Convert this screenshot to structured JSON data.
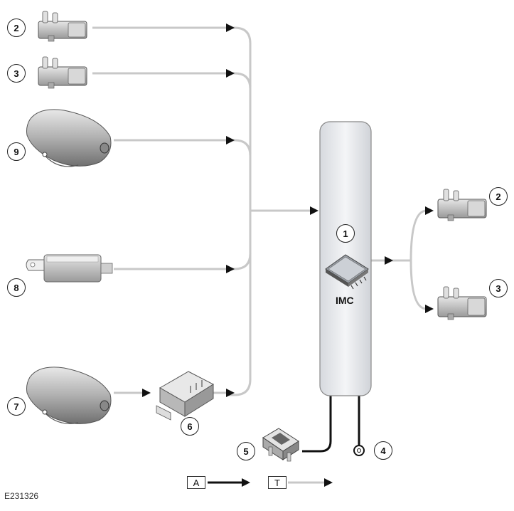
{
  "diagram": {
    "image_id": "E231326",
    "module_label": "IMC",
    "callouts": {
      "c2_left": "2",
      "c3_left": "3",
      "c9": "9",
      "c8": "8",
      "c7": "7",
      "c6": "6",
      "c1": "1",
      "c5": "5",
      "c4": "4",
      "c2_right": "2",
      "c3_right": "3"
    },
    "legend": {
      "a_label": "A",
      "t_label": "T"
    },
    "colors": {
      "signal_line": "#c8c8c8",
      "power_line": "#111111",
      "module_fill": "#e4e6ea",
      "arrow_head": "#111111"
    },
    "icons": [
      "connector-icon",
      "door-handle-icon",
      "antenna-module-icon",
      "relay-module-icon",
      "ecu-chip-icon",
      "fuse-icon",
      "ground-eyelet-icon"
    ]
  }
}
